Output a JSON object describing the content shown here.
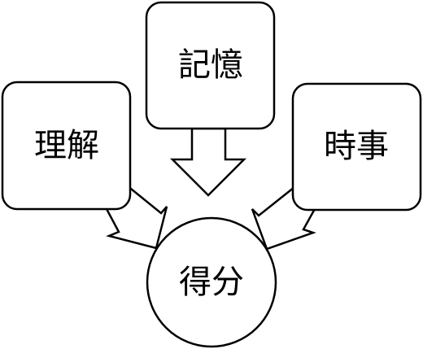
{
  "diagram": {
    "nodes": {
      "top": {
        "label": "記憶"
      },
      "left": {
        "label": "理解"
      },
      "right": {
        "label": "時事"
      },
      "center": {
        "label": "得分"
      }
    },
    "edges": [
      {
        "from": "top",
        "to": "center"
      },
      {
        "from": "left",
        "to": "center"
      },
      {
        "from": "right",
        "to": "center"
      }
    ],
    "colors": {
      "stroke": "#000000",
      "fill": "#ffffff"
    }
  }
}
